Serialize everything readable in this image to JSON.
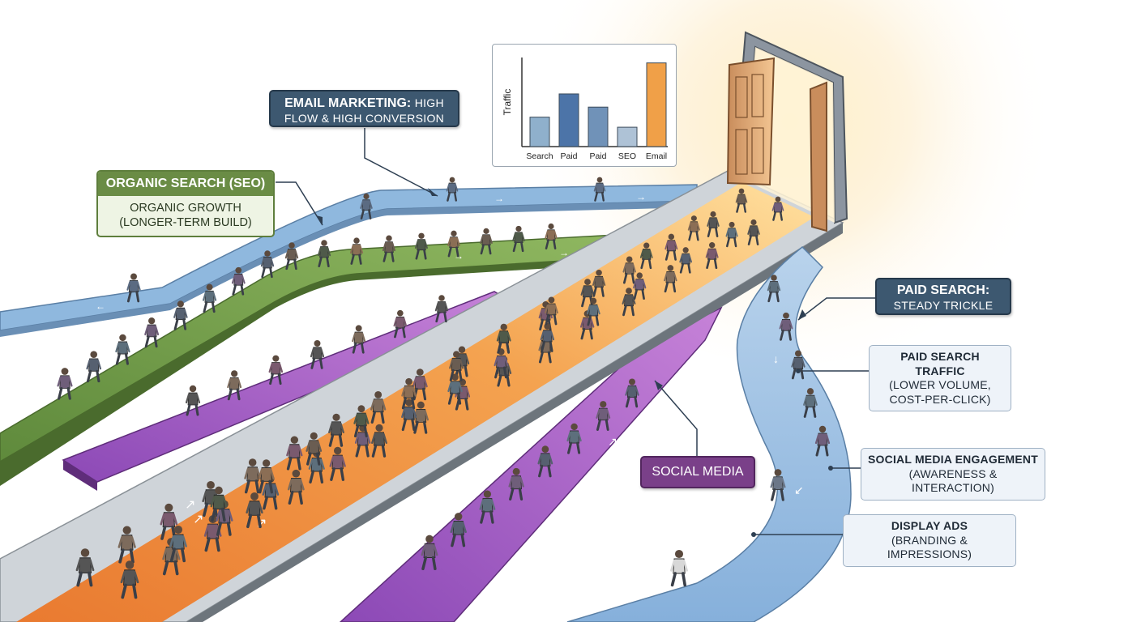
{
  "labels": {
    "email": {
      "line1": "EMAIL MARKETING:",
      "line1b": "HIGH",
      "line2": "FLOW & HIGH CONVERSION"
    },
    "organic": {
      "head": "ORGANIC SEARCH (SEO)",
      "sub1": "ORGANIC GROWTH",
      "sub2": "(LONGER-TERM BUILD)"
    },
    "paid_search": {
      "line1": "PAID SEARCH:",
      "line2": "STEADY TRICKLE"
    },
    "paid_search_traffic": {
      "line1": "PAID SEARCH TRAFFIC",
      "line2": "(LOWER VOLUME,",
      "line3": "COST-PER-CLICK)"
    },
    "social_media": {
      "text": "SOCIAL MEDIA"
    },
    "social_engagement": {
      "line1": "SOCIAL MEDIA ENGAGEMENT",
      "line2": "(AWARENESS & INTERACTION)"
    },
    "display_ads": {
      "line1": "DISPLAY ADS",
      "line2": "(BRANDING & IMPRESSIONS)"
    }
  },
  "chart_data": {
    "type": "bar",
    "ylabel": "Traffic",
    "categories": [
      "Search",
      "Paid",
      "Paid",
      "SEO",
      "Email"
    ],
    "values": [
      38,
      68,
      51,
      25,
      108
    ],
    "ylim": [
      0,
      115
    ],
    "colors": [
      "#8fb0cc",
      "#4c74a8",
      "#7092b8",
      "#aec2d6",
      "#f0a048"
    ]
  },
  "colors": {
    "organic_green": "#6e9a48",
    "email_orange": "#f0a048",
    "social_purple": "#a35fc4",
    "paid_blue": "#8cb6de",
    "door": "#d8a070"
  }
}
